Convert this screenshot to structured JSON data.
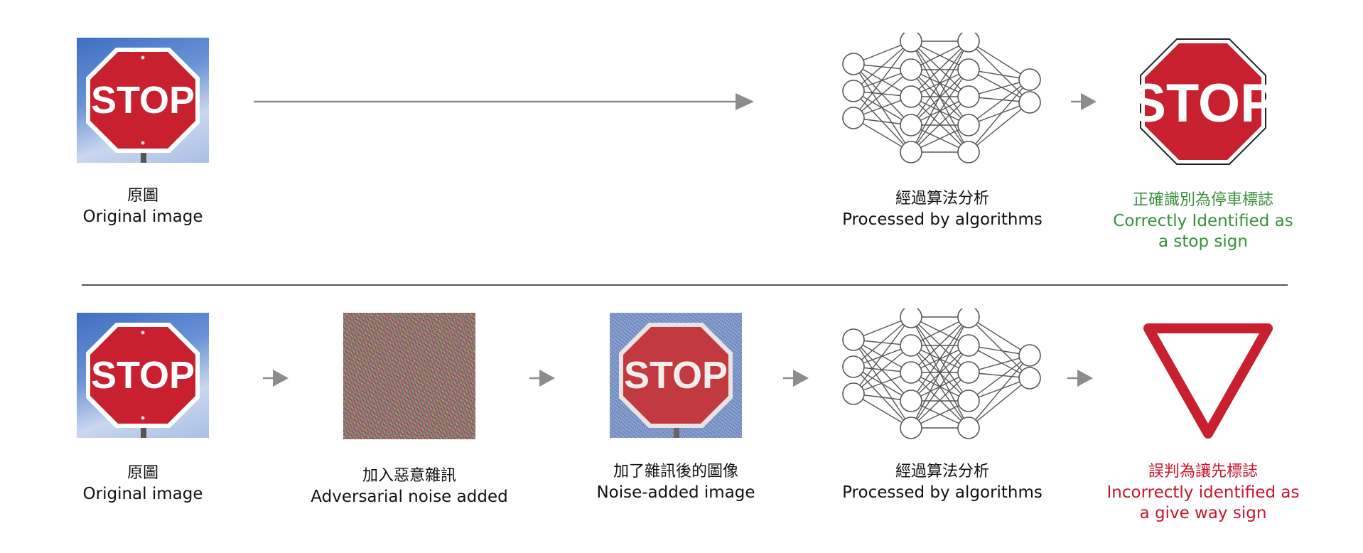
{
  "sign_text": "STOP",
  "colors": {
    "stop_red": "#c8202f",
    "success_green": "#3a8f3d",
    "error_red": "#c7162b",
    "arrow_gray": "#8c8c8c",
    "net_gray": "#555555"
  },
  "row1": {
    "original": {
      "zh": "原圖",
      "en": "Original image"
    },
    "processed": {
      "zh": "經過算法分析",
      "en": "Processed by algorithms"
    },
    "result": {
      "zh": "正確識別為停車標誌",
      "en_line1": "Correctly Identified as",
      "en_line2": "a stop sign"
    }
  },
  "row2": {
    "original": {
      "zh": "原圖",
      "en": "Original image"
    },
    "noise": {
      "zh": "加入惡意雜訊",
      "en": "Adversarial noise added"
    },
    "noisy_image": {
      "zh": "加了雜訊後的圖像",
      "en": "Noise-added image"
    },
    "processed": {
      "zh": "經過算法分析",
      "en": "Processed by algorithms"
    },
    "result": {
      "zh": "誤判為讓先標誌",
      "en_line1": "Incorrectly identified as",
      "en_line2": "a give way sign"
    }
  }
}
